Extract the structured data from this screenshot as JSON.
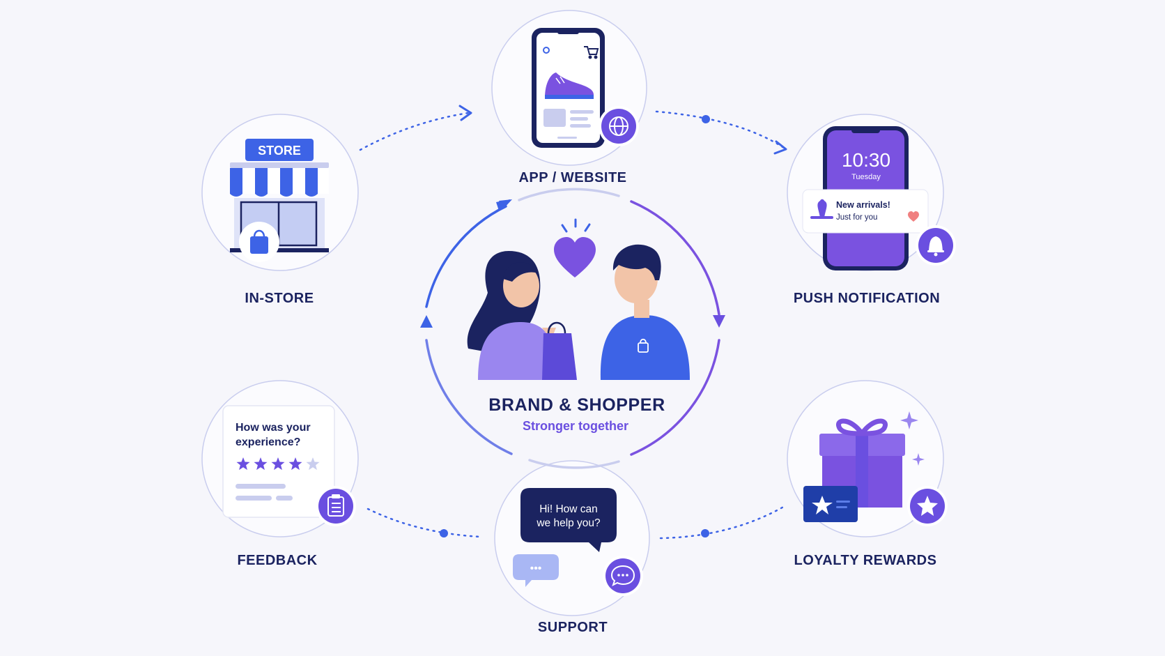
{
  "center": {
    "title": "BRAND & SHOPPER",
    "subtitle": "Stronger together"
  },
  "nodes": {
    "app": {
      "label": "APP / WEBSITE"
    },
    "in_store": {
      "label": "IN-STORE",
      "sign_text": "STORE"
    },
    "push": {
      "label": "PUSH NOTIFICATION",
      "time": "10:30",
      "day": "Tuesday",
      "notification_title": "New arrivals!",
      "notification_body": "Just for you"
    },
    "feedback": {
      "label": "FEEDBACK",
      "question_line1": "How was your",
      "question_line2": "experience?",
      "rating": 4,
      "rating_max": 5
    },
    "support": {
      "label": "SUPPORT",
      "bubble_line1": "Hi! How can",
      "bubble_line2": "we help you?",
      "typing": "•••"
    },
    "loyalty": {
      "label": "LOYALTY REWARDS"
    }
  },
  "colors": {
    "background": "#f6f6fb",
    "navy": "#1b2360",
    "blue": "#3d63e6",
    "purple": "#6a4fe0",
    "lavender": "#9a86ef",
    "circle_outline": "#c9cdee"
  },
  "icons": [
    "globe-icon",
    "shopping-bag-icon",
    "bell-icon",
    "clipboard-icon",
    "chat-icon",
    "star-icon",
    "heart-icon",
    "cart-icon"
  ]
}
